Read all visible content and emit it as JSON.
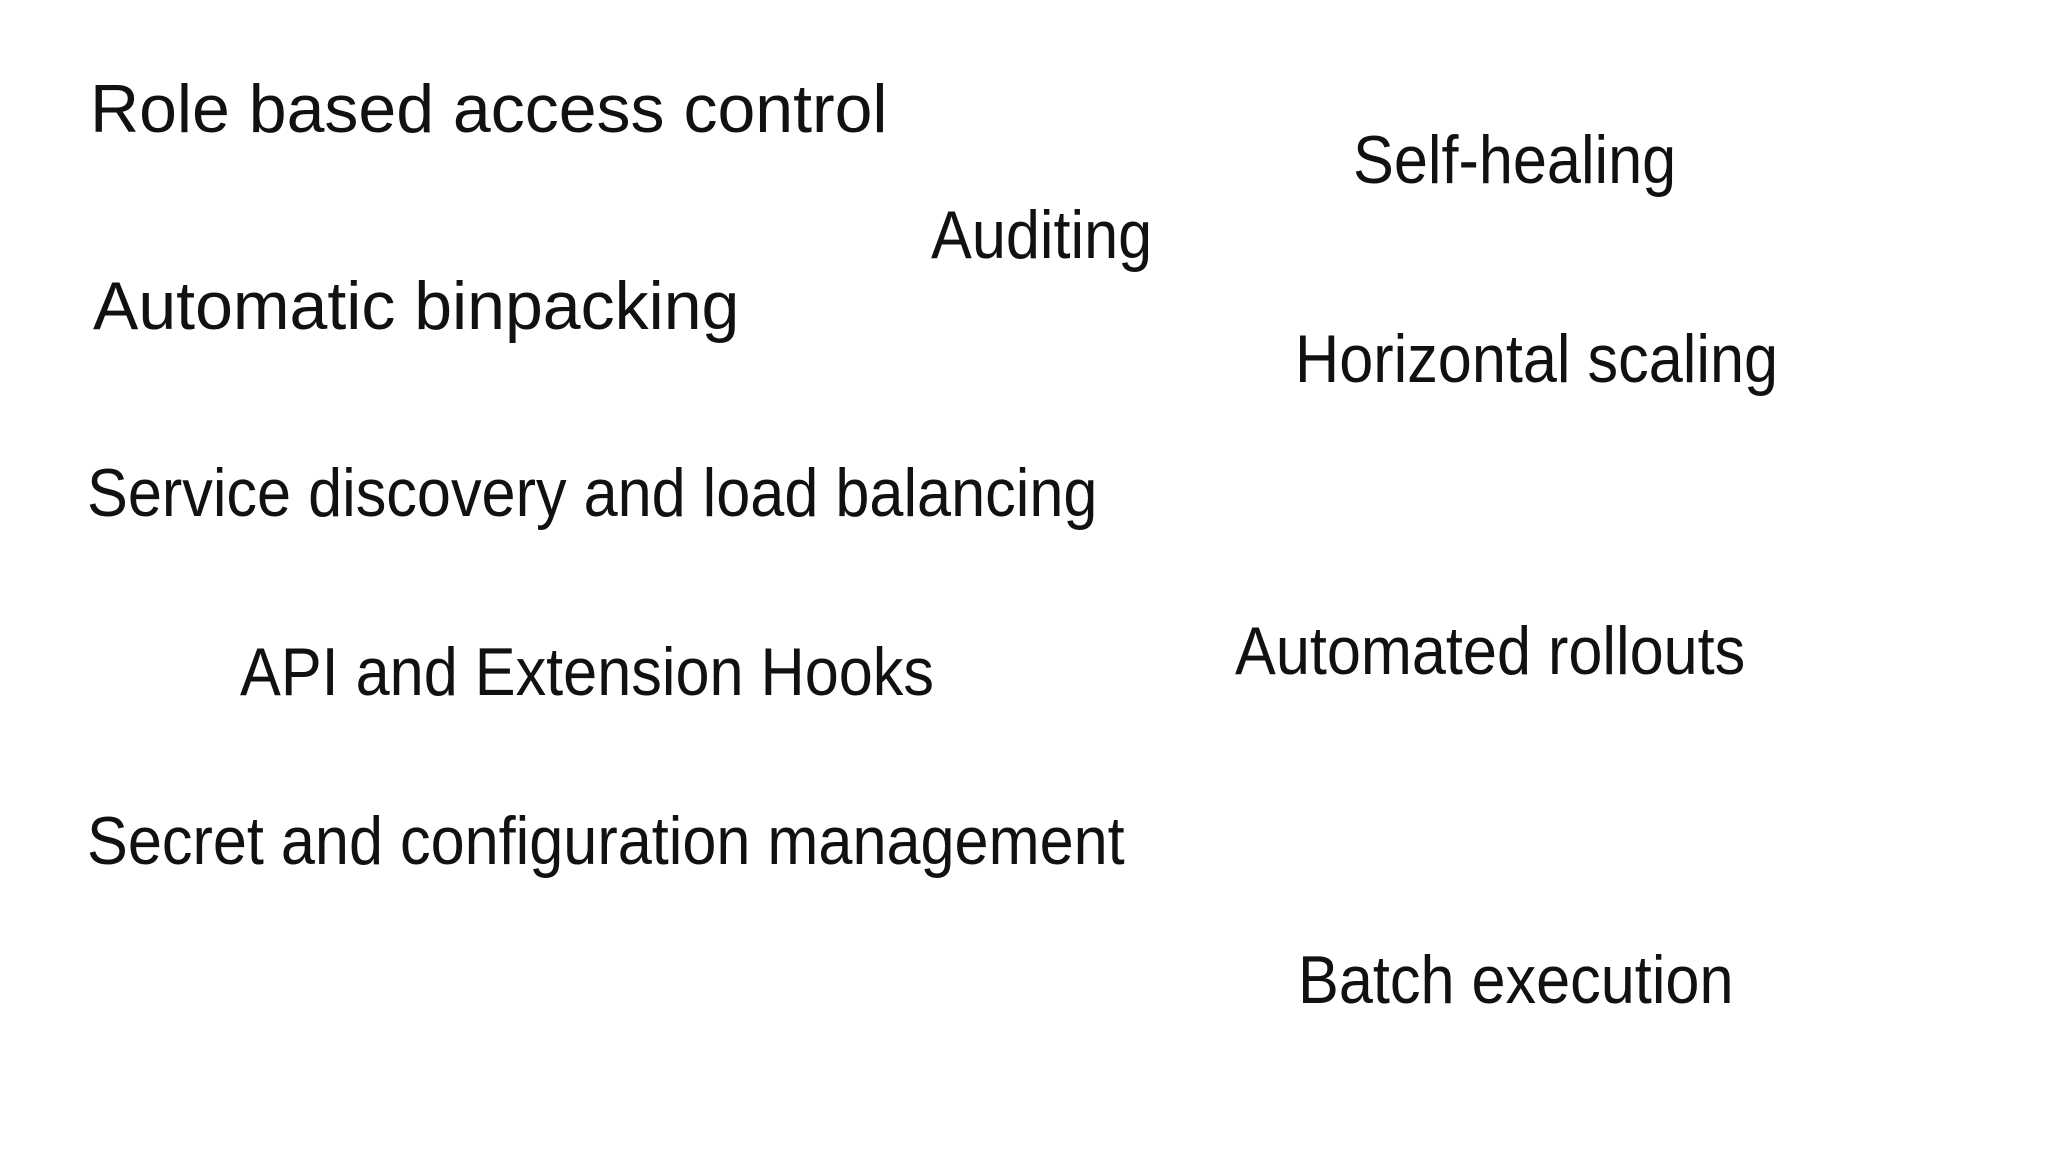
{
  "slide": {
    "background_color": "#ffffff",
    "text_color": "#111111",
    "features": [
      {
        "id": "role-based-access-control",
        "label": "Role based access control"
      },
      {
        "id": "self-healing",
        "label": "Self-healing"
      },
      {
        "id": "auditing",
        "label": "Auditing"
      },
      {
        "id": "automatic-binpacking",
        "label": "Automatic binpacking"
      },
      {
        "id": "horizontal-scaling",
        "label": "Horizontal scaling"
      },
      {
        "id": "service-discovery-and-load-balancing",
        "label": "Service discovery and load balancing"
      },
      {
        "id": "api-and-extension-hooks",
        "label": "API and Extension Hooks"
      },
      {
        "id": "automated-rollouts",
        "label": "Automated rollouts"
      },
      {
        "id": "secret-and-configuration-management",
        "label": "Secret and configuration management"
      },
      {
        "id": "batch-execution",
        "label": "Batch execution"
      }
    ]
  }
}
